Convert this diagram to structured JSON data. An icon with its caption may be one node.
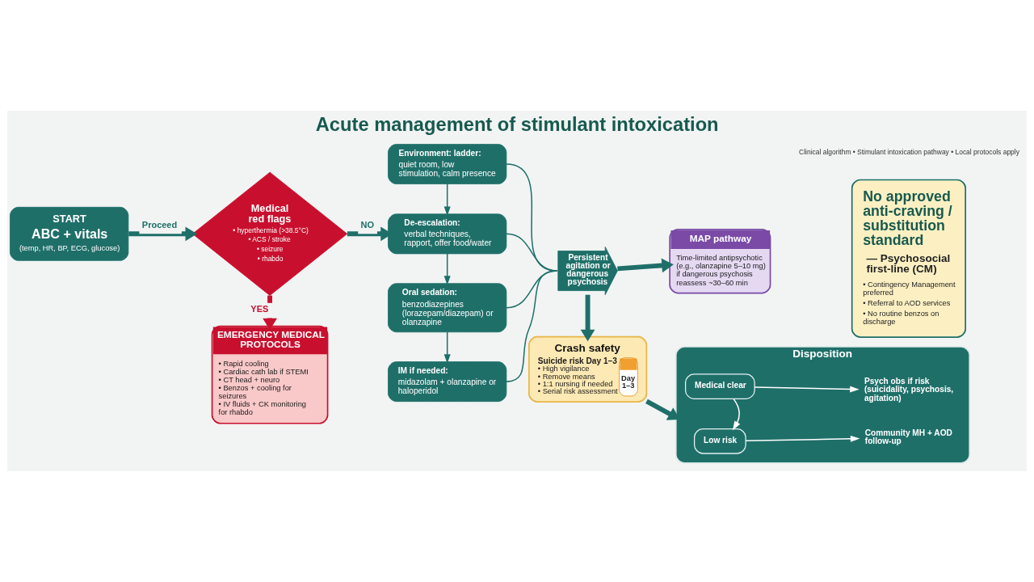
{
  "diagram": {
    "title": "Acute management of stimulant intoxication",
    "nodes": [
      {
        "text": [
          "START",
          "ABC + vitals",
          "(temp, HR, BP, ECG, glucose)"
        ]
      },
      {
        "text": [
          "Medical red flags",
          "• hyperthermia (>38.5°C)",
          "• ACS / stroke",
          "• seizure",
          "• rhabdo"
        ]
      },
      {
        "text": [
          "EMERGENCY MEDICAL PROTOCOLS",
          "• Rapid cooling",
          "• Cardiac cath lab if STEMI",
          "• CT head + neuro",
          "• Benzos + cooling for seizures",
          "• IV fluids + CK monitoring for rhabdo"
        ]
      },
      {
        "text": [
          "Environment: ladder:",
          "quiet room, low stimulation, calm presence"
        ]
      },
      {
        "text": [
          "De-escalation:",
          "verbal techniques, rapport, offer food/water"
        ]
      },
      {
        "text": [
          "Oral sedation:",
          "benzodiazepines (lorazepam/diazepam) or olanzapine"
        ]
      },
      {
        "text": [
          "IM if needed:",
          "midazolam + olanzapine or haloperidol"
        ]
      },
      {
        "text": [
          "Persistent agitation or dangerous psychosis"
        ]
      },
      {
        "text": [
          "MAP pathway",
          "Time-limited antipsychotic (e.g., olanzapine 5–10 mg) if dangerous psychosis",
          "reassess ~30–60 min"
        ]
      },
      {
        "text": [
          "No approved anti-craving / substitution standard",
          "— Psychosocial first-line (CM)",
          "• Contingency Management preferred",
          "• Referral to AOD services",
          "• No routine benzos on discharge"
        ]
      },
      {
        "text": [
          "Crash safety",
          "Suicide risk Day 1–3",
          "• High vigilance",
          "• Remove means",
          "• 1:1 nursing if needed",
          "• Serial risk assessment",
          "Day 1–3"
        ]
      },
      {
        "text": [
          "Disposition"
        ]
      },
      {
        "text": [
          "Medical clear"
        ],
        "in": 11
      },
      {
        "text": [
          "Psych obs if risk (suicidality, psychosis, agitation)"
        ],
        "in": 11
      },
      {
        "text": [
          "Low risk"
        ],
        "in": 11
      },
      {
        "text": [
          "Community MH + AOD follow-up"
        ],
        "in": 11
      }
    ],
    "edges": [
      {
        "from": 0,
        "to": 1,
        "arrow": "to",
        "label": "Proceed",
        "style": "thick"
      },
      {
        "from": 1,
        "to": 4,
        "arrow": "to",
        "label": "NO",
        "style": "thick"
      },
      {
        "from": 1,
        "to": 2,
        "arrow": "to",
        "label": "YES",
        "style": "thick",
        "color": "#c8102e"
      },
      {
        "from": 3,
        "to": 4,
        "arrow": "to"
      },
      {
        "from": 4,
        "to": 5,
        "arrow": "to"
      },
      {
        "from": 5,
        "to": 6,
        "arrow": "to"
      },
      {
        "from": 3,
        "to": 7,
        "arrow": "none"
      },
      {
        "from": 4,
        "to": 7,
        "arrow": "none"
      },
      {
        "from": 5,
        "to": 7,
        "arrow": "none"
      },
      {
        "from": 6,
        "to": 7,
        "arrow": "none"
      },
      {
        "from": 7,
        "to": 8,
        "arrow": "to",
        "style": "thick"
      },
      {
        "from": 7,
        "to": 10,
        "arrow": "to",
        "style": "thick"
      },
      {
        "from": 10,
        "to": 11,
        "arrow": "to",
        "style": "thick"
      },
      {
        "from": 12,
        "to": 13,
        "arrow": "to",
        "color": "#ffffff"
      },
      {
        "from": 12,
        "to": 14,
        "arrow": "to",
        "color": "#ffffff"
      },
      {
        "from": 14,
        "to": 15,
        "arrow": "to",
        "color": "#ffffff"
      }
    ],
    "labels": [
      "Clinical algorithm • Stimulant intoxication pathway • Local protocols apply"
    ]
  }
}
